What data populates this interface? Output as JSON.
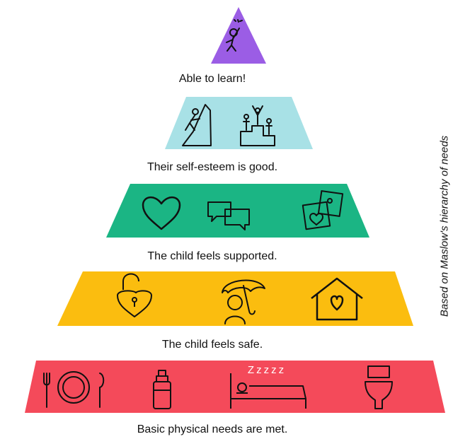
{
  "levels": [
    {
      "caption": "Able to learn!",
      "color": "#9b5de5",
      "icons": [
        "jumping-person-icon"
      ]
    },
    {
      "caption": "Their self-esteem is good.",
      "color": "#a8e1e6",
      "icons": [
        "climbing-person-icon",
        "podium-icon"
      ]
    },
    {
      "caption": "The child feels supported.",
      "color": "#1bb584",
      "icons": [
        "heart-icon",
        "speech-bubbles-icon",
        "photos-icon"
      ]
    },
    {
      "caption": "The child feels safe.",
      "color": "#fbbd0f",
      "icons": [
        "padlock-heart-icon",
        "umbrella-person-icon",
        "house-heart-icon"
      ]
    },
    {
      "caption": "Basic physical needs are met.",
      "color": "#f44a5a",
      "icons": [
        "plate-cutlery-icon",
        "water-bottle-icon",
        "bed-icon",
        "toilet-icon"
      ]
    }
  ],
  "sleep_text": "Zzzzz",
  "side_note": "Based on Maslow's hierarchy of needs"
}
